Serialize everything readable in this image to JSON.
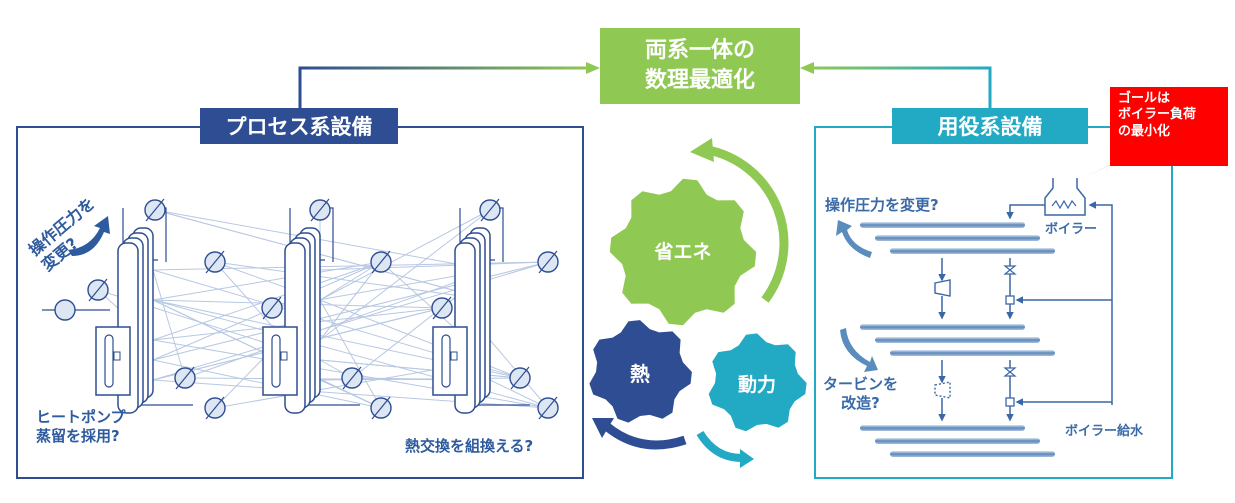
{
  "center_box": {
    "line1": "両系一体の",
    "line2": "数理最適化"
  },
  "process": {
    "title": "プロセス系設備",
    "q_pressure": "操作圧力を\n変更?",
    "q_heatpump": "ヒートポンプ\n蒸留を採用?",
    "q_exchange": "熱交換を組換える?"
  },
  "utility": {
    "title": "用役系設備",
    "q_pressure": "操作圧力を変更?",
    "boiler": "ボイラー",
    "q_turbine": "タービンを\n改造?",
    "feedwater": "ボイラー給水"
  },
  "callout": "ゴールは\nボイラー負荷\nの最小化",
  "gears": {
    "energy": "省エネ",
    "heat": "熱",
    "power": "動力"
  },
  "colors": {
    "process": "#2e4d92",
    "utility": "#22aac4",
    "green": "#8fc852",
    "red": "#ff0000"
  }
}
